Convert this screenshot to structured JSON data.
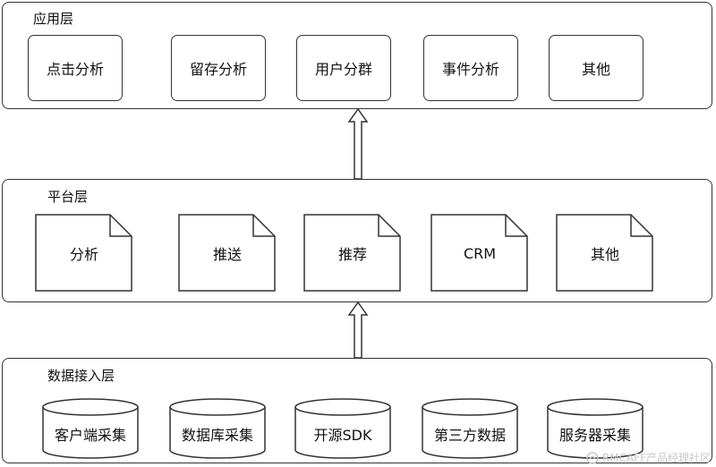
{
  "app_layer": {
    "title": "应用层",
    "items": [
      "点击分析",
      "留存分析",
      "用户分群",
      "事件分析",
      "其他"
    ]
  },
  "platform_layer": {
    "title": "平台层",
    "items": [
      "分析",
      "推送",
      "推荐",
      "CRM",
      "其他"
    ]
  },
  "data_layer": {
    "title": "数据接入层",
    "items": [
      "客户端采集",
      "数据库采集",
      "开源SDK",
      "第三方数据",
      "服务器采集"
    ]
  },
  "watermark": {
    "text": "RMCAFF产品经理社区",
    "icon": "rmcaff-logo-icon"
  },
  "colors": {
    "stroke": "#333333",
    "text": "#111111",
    "watermark": "#c8c8c8"
  }
}
